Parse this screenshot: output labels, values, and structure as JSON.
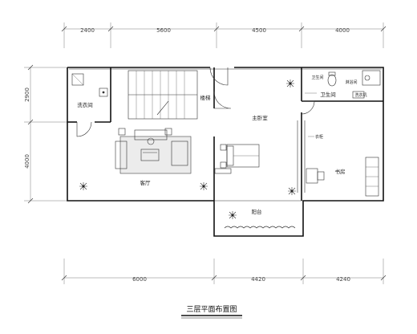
{
  "dims_top": [
    "2400",
    "5600",
    "4500",
    "4000"
  ],
  "dims_bottom": [
    "6000",
    "4420",
    "4240"
  ],
  "dims_left": [
    "2900",
    "4000"
  ],
  "rooms": {
    "laundry": "洗衣间",
    "stairs": "楼梯",
    "living": "客厅",
    "master_bedroom": "主卧室",
    "balcony": "阳台",
    "bathroom": "卫生间",
    "wardrobe": "衣柜",
    "study": "书房"
  },
  "small_labels": {
    "toilet_area": "卫生间",
    "shower": "淋浴间",
    "appliance": "洗衣机"
  },
  "title": "三层平面布置图"
}
